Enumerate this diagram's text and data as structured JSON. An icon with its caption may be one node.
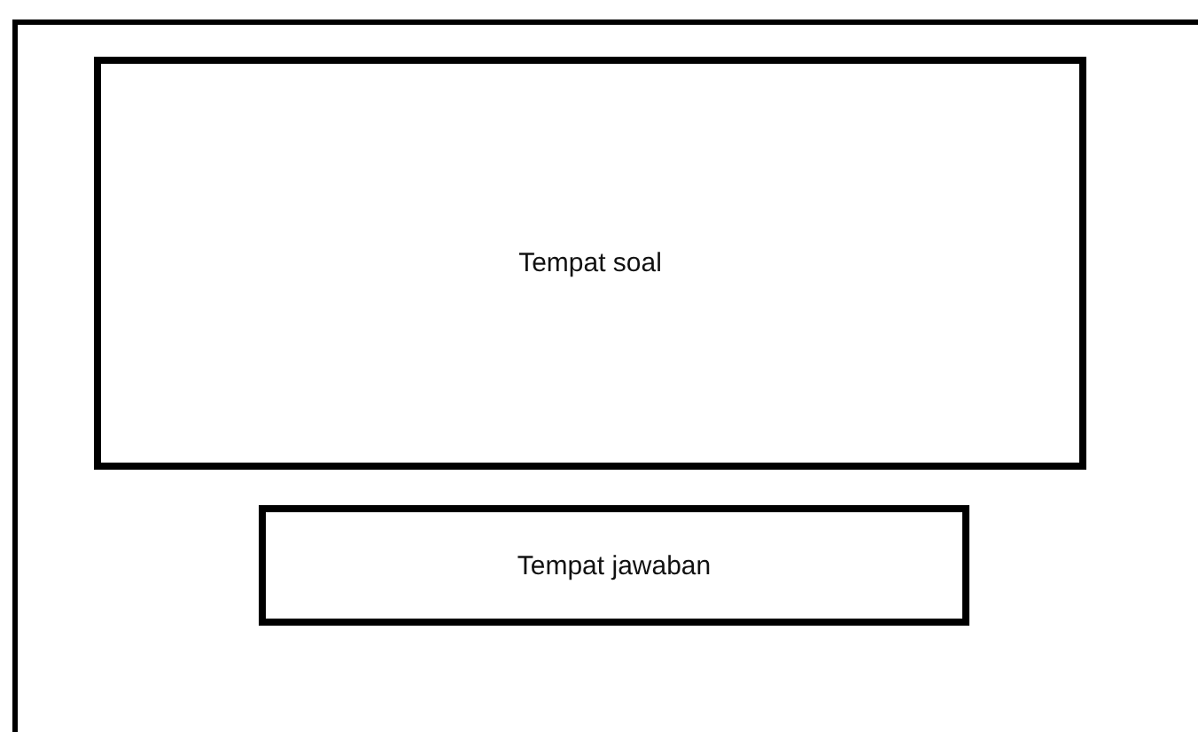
{
  "diagram": {
    "nodes": [
      {
        "text": [],
        "shape": "box"
      },
      {
        "text": [
          "Tempat soal"
        ],
        "in": 0
      },
      {
        "text": [
          "Tempat jawaban"
        ],
        "in": 0
      }
    ]
  }
}
